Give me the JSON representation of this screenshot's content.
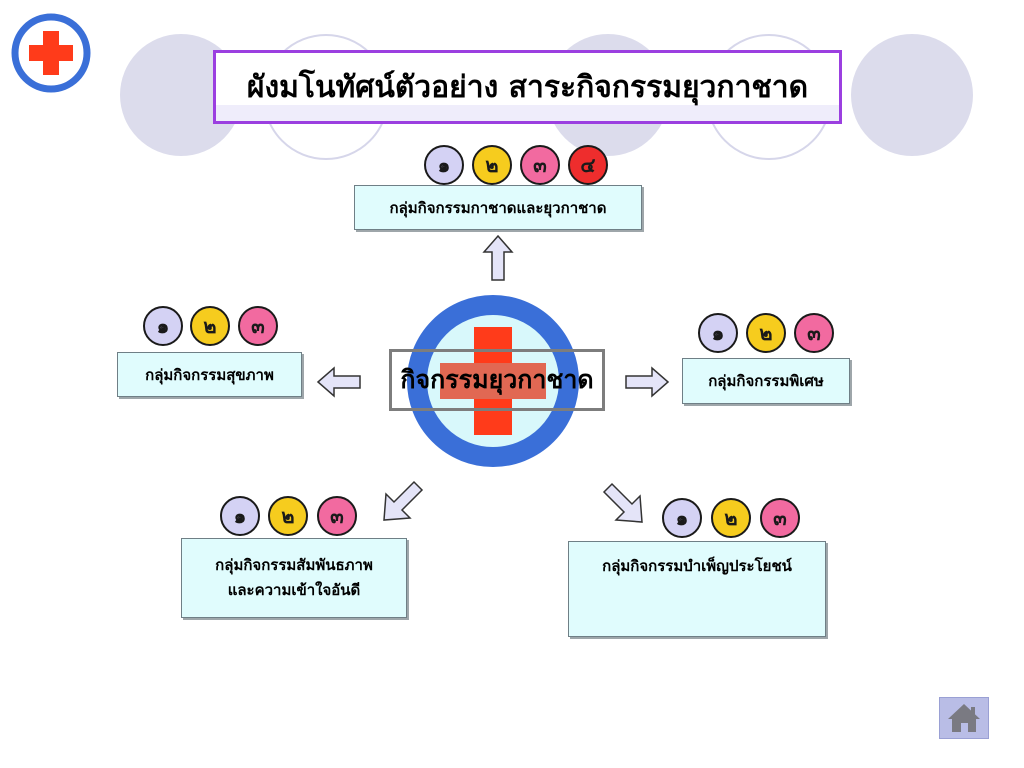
{
  "title": "ผังมโนทัศน์ตัวอย่าง สาระกิจกรรมยุวกาชาด",
  "center": {
    "label": "กิจกรรมยุวกาชาด"
  },
  "groups": [
    {
      "id": "top",
      "label": "กลุ่มกิจกรรมกาชาดและยุวกาชาด",
      "badges": [
        "๑",
        "๒",
        "๓",
        "๔"
      ]
    },
    {
      "id": "left",
      "label": "กลุ่มกิจกรรมสุขภาพ",
      "badges": [
        "๑",
        "๒",
        "๓"
      ]
    },
    {
      "id": "right",
      "label": "กลุ่มกิจกรรมพิเศษ",
      "badges": [
        "๑",
        "๒",
        "๓"
      ]
    },
    {
      "id": "bottom-left",
      "label_line1": "กลุ่มกิจกรรมสัมพันธภาพ",
      "label_line2": "และความเข้าใจอันดี",
      "badges": [
        "๑",
        "๒",
        "๓"
      ]
    },
    {
      "id": "bottom-right",
      "label": "กลุ่มกิจกรรมบำเพ็ญประโยชน์",
      "badges": [
        "๑",
        "๒",
        "๓"
      ]
    }
  ],
  "colors": {
    "title_border": "#9b3fe0",
    "badge_1": "#d4d2f4",
    "badge_2": "#f6cc1e",
    "badge_3": "#f26aa0",
    "badge_4": "#ee2d2d",
    "box_fill": "#e0fcfd",
    "red_cross": "#ff3b1a",
    "ring_blue": "#3a6fd8",
    "arrow_fill": "#e4e4f8"
  },
  "icons": {
    "logo": "red-cross-icon",
    "home": "home-icon"
  }
}
